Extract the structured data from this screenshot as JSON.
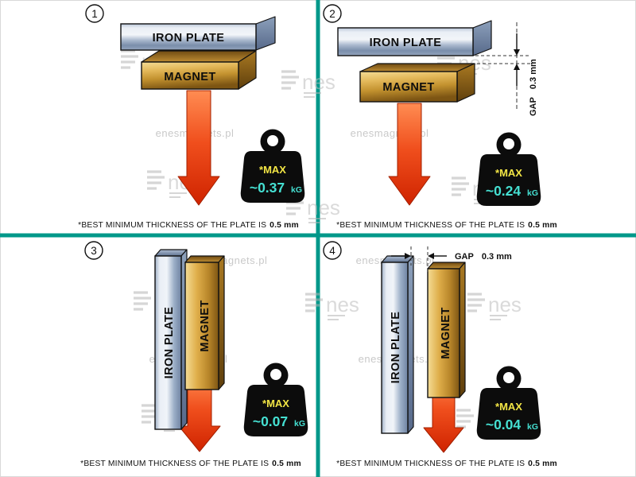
{
  "colors": {
    "divider": "#00988a",
    "max_yellow": "#f2e545",
    "value_cyan": "#45e0d2",
    "arrow_red": "#e03a00",
    "watermark_gray": "#c9c9c9"
  },
  "watermark": {
    "site": "enesmagnets.pl",
    "logo_text": "nes"
  },
  "footnote": {
    "prefix": "*BEST MINIMUM THICKNESS OF THE PLATE IS",
    "bold": "0.5 mm"
  },
  "labels": {
    "iron_plate": "IRON PLATE",
    "magnet": "MAGNET",
    "max": "*MAX",
    "unit": "kG",
    "gap_label": "GAP",
    "gap_value": "0.3 mm"
  },
  "panels": [
    {
      "number": "1",
      "max_value": "~0.37"
    },
    {
      "number": "2",
      "max_value": "~0.24",
      "gap": "0.3 mm"
    },
    {
      "number": "3",
      "max_value": "~0.07"
    },
    {
      "number": "4",
      "max_value": "~0.04",
      "gap": "0.3 mm"
    }
  ]
}
